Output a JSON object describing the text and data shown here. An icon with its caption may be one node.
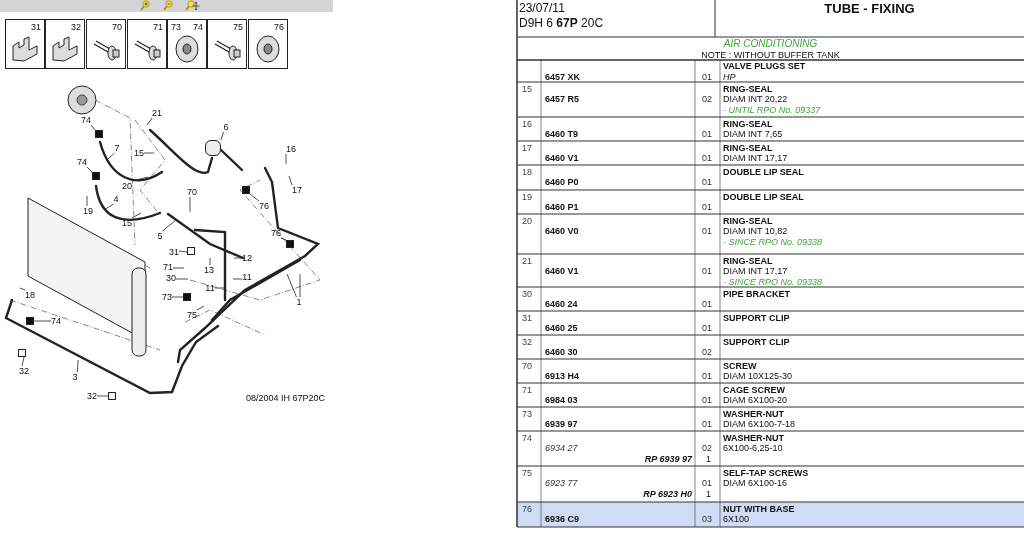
{
  "diagram": {
    "title": "TUBE - FIXING",
    "nodes": [
      {
        "text": [
          "31"
        ]
      },
      {
        "text": [
          "32"
        ]
      },
      {
        "text": [
          "70"
        ]
      },
      {
        "text": [
          "71"
        ]
      },
      {
        "text": [
          "73",
          "74"
        ]
      },
      {
        "text": [
          "75"
        ]
      },
      {
        "text": [
          "76"
        ]
      },
      {
        "text": [
          "21"
        ]
      },
      {
        "text": [
          "6"
        ]
      },
      {
        "text": [
          "74"
        ]
      },
      {
        "text": [
          "7"
        ]
      },
      {
        "text": [
          "15"
        ]
      },
      {
        "text": [
          "20"
        ]
      },
      {
        "text": [
          "74"
        ]
      },
      {
        "text": [
          "4"
        ]
      },
      {
        "text": [
          "19"
        ]
      },
      {
        "text": [
          "15"
        ]
      },
      {
        "text": [
          "5"
        ]
      },
      {
        "text": [
          "70"
        ]
      },
      {
        "text": [
          "16"
        ]
      },
      {
        "text": [
          "17"
        ]
      },
      {
        "text": [
          "76"
        ]
      },
      {
        "text": [
          "76"
        ]
      },
      {
        "text": [
          "31"
        ]
      },
      {
        "text": [
          "71"
        ]
      },
      {
        "text": [
          "30"
        ]
      },
      {
        "text": [
          "13"
        ]
      },
      {
        "text": [
          "12"
        ]
      },
      {
        "text": [
          "11"
        ]
      },
      {
        "text": [
          "11"
        ]
      },
      {
        "text": [
          "73"
        ]
      },
      {
        "text": [
          "1"
        ]
      },
      {
        "text": [
          "18"
        ]
      },
      {
        "text": [
          "74"
        ]
      },
      {
        "text": [
          "32"
        ]
      },
      {
        "text": [
          "75"
        ]
      },
      {
        "text": [
          "3"
        ]
      },
      {
        "text": [
          "32"
        ]
      },
      {
        "text": [],
        "shape": "box"
      },
      {
        "text": [],
        "shape": "box"
      },
      {
        "text": [],
        "shape": "box"
      },
      {
        "text": [],
        "shape": "box"
      },
      {
        "text": [],
        "shape": "box"
      },
      {
        "text": [],
        "shape": "box"
      },
      {
        "text": [],
        "shape": "box"
      },
      {
        "text": [],
        "shape": "box"
      },
      {
        "text": [],
        "shape": "box"
      },
      {
        "text": [],
        "shape": "cylinder"
      }
    ],
    "edges": [
      {
        "from": 7,
        "to": null,
        "arrow": "none"
      },
      {
        "from": 8,
        "to": 47,
        "arrow": "none"
      },
      {
        "from": 9,
        "to": 41,
        "arrow": "none"
      },
      {
        "from": 10,
        "to": null,
        "arrow": "none"
      },
      {
        "from": 11,
        "to": null,
        "arrow": "none"
      },
      {
        "from": 12,
        "to": null,
        "arrow": "none"
      },
      {
        "from": 13,
        "to": 40,
        "arrow": "none"
      },
      {
        "from": 14,
        "to": null,
        "arrow": "none"
      },
      {
        "from": 15,
        "to": null,
        "arrow": "none"
      },
      {
        "from": 16,
        "to": null,
        "arrow": "none"
      },
      {
        "from": 17,
        "to": null,
        "arrow": "none"
      },
      {
        "from": 18,
        "to": null,
        "arrow": "none"
      },
      {
        "from": 19,
        "to": null,
        "arrow": "none"
      },
      {
        "from": 20,
        "to": null,
        "arrow": "none"
      },
      {
        "from": 21,
        "to": 45,
        "arrow": "none"
      },
      {
        "from": 22,
        "to": 46,
        "arrow": "none"
      },
      {
        "from": 23,
        "to": 44,
        "arrow": "none"
      },
      {
        "from": 24,
        "to": null,
        "arrow": "none"
      },
      {
        "from": 25,
        "to": null,
        "arrow": "none"
      },
      {
        "from": 26,
        "to": null,
        "arrow": "none"
      },
      {
        "from": 27,
        "to": null,
        "arrow": "none"
      },
      {
        "from": 28,
        "to": null,
        "arrow": "none"
      },
      {
        "from": 29,
        "to": null,
        "arrow": "none"
      },
      {
        "from": 30,
        "to": 43,
        "arrow": "none"
      },
      {
        "from": 31,
        "to": null,
        "arrow": "none"
      },
      {
        "from": 31,
        "to": null,
        "arrow": "none"
      },
      {
        "from": 32,
        "to": null,
        "arrow": "none"
      },
      {
        "from": 33,
        "to": 39,
        "arrow": "none"
      },
      {
        "from": 34,
        "to": 38,
        "arrow": "none"
      },
      {
        "from": 35,
        "to": null,
        "arrow": "none"
      },
      {
        "from": 36,
        "to": null,
        "arrow": "none"
      },
      {
        "from": 37,
        "to": 42,
        "arrow": "none"
      }
    ],
    "labels": [
      "23/07/11",
      "D9H 6 **67P** 20C",
      "AIR CONDITIONING",
      "NOTE : WITHOUT BUFFER TANK",
      "6457 XK",
      "01",
      "VALVE PLUGS SET",
      "HP",
      "15",
      "6457 R5",
      "02",
      "RING-SEAL",
      "DIAM INT 20,22",
      "- UNTIL RPO No. 09337",
      "16",
      "6460 T9",
      "01",
      "RING-SEAL",
      "DIAM INT 7,65",
      "17",
      "6460 V1",
      "01",
      "RING-SEAL",
      "DIAM INT 17,17",
      "18",
      "6460 P0",
      "01",
      "DOUBLE LIP SEAL",
      "19",
      "6460 P1",
      "01",
      "DOUBLE LIP SEAL",
      "20",
      "6460 V0",
      "01",
      "RING-SEAL",
      "DIAM INT 10,82",
      "- SINCE RPO No. 09338",
      "21",
      "6460 V1",
      "01",
      "RING-SEAL",
      "DIAM INT 17,17",
      "- SINCE RPO No. 09338",
      "30",
      "6460 24",
      "01",
      "PIPE BRACKET",
      "31",
      "6460 25",
      "01",
      "SUPPORT CLIP",
      "32",
      "6460 30",
      "02",
      "SUPPORT CLIP",
      "70",
      "6913 H4",
      "01",
      "SCREW",
      "DIAM 10X125-30",
      "71",
      "6984 03",
      "01",
      "CAGE SCREW",
      "DIAM 6X100-20",
      "73",
      "6939 97",
      "01",
      "WASHER-NUT",
      "DIAM 6X100-7-18",
      "74",
      "6934 27",
      "02",
      "WASHER-NUT",
      "6X100-6,25-10",
      "RP 6939 97",
      "1",
      "75",
      "6923 77",
      "01",
      "SELF-TAP SCREWS",
      "DIAM 6X100-16",
      "RP 6923 H0",
      "1",
      "76",
      "6936 C9",
      "03",
      "NUT WITH BASE",
      "6X100",
      "08/2004  IH 67P20C"
    ]
  }
}
